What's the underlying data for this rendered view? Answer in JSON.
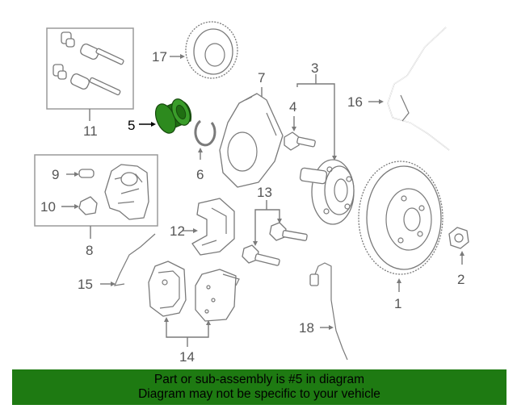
{
  "callouts": {
    "c1": "1",
    "c2": "2",
    "c3": "3",
    "c4": "4",
    "c5": "5",
    "c6": "6",
    "c7": "7",
    "c8": "8",
    "c9": "9",
    "c10": "10",
    "c11": "11",
    "c12": "12",
    "c13": "13",
    "c14": "14",
    "c15": "15",
    "c16": "16",
    "c17": "17",
    "c18": "18"
  },
  "highlight": {
    "part_number": "5",
    "color": "#2d8a1e"
  },
  "banner": {
    "line1": "Part or sub-assembly is #5 in diagram",
    "line2": "Diagram may not be specific to your vehicle",
    "background": "#1e7a12"
  }
}
